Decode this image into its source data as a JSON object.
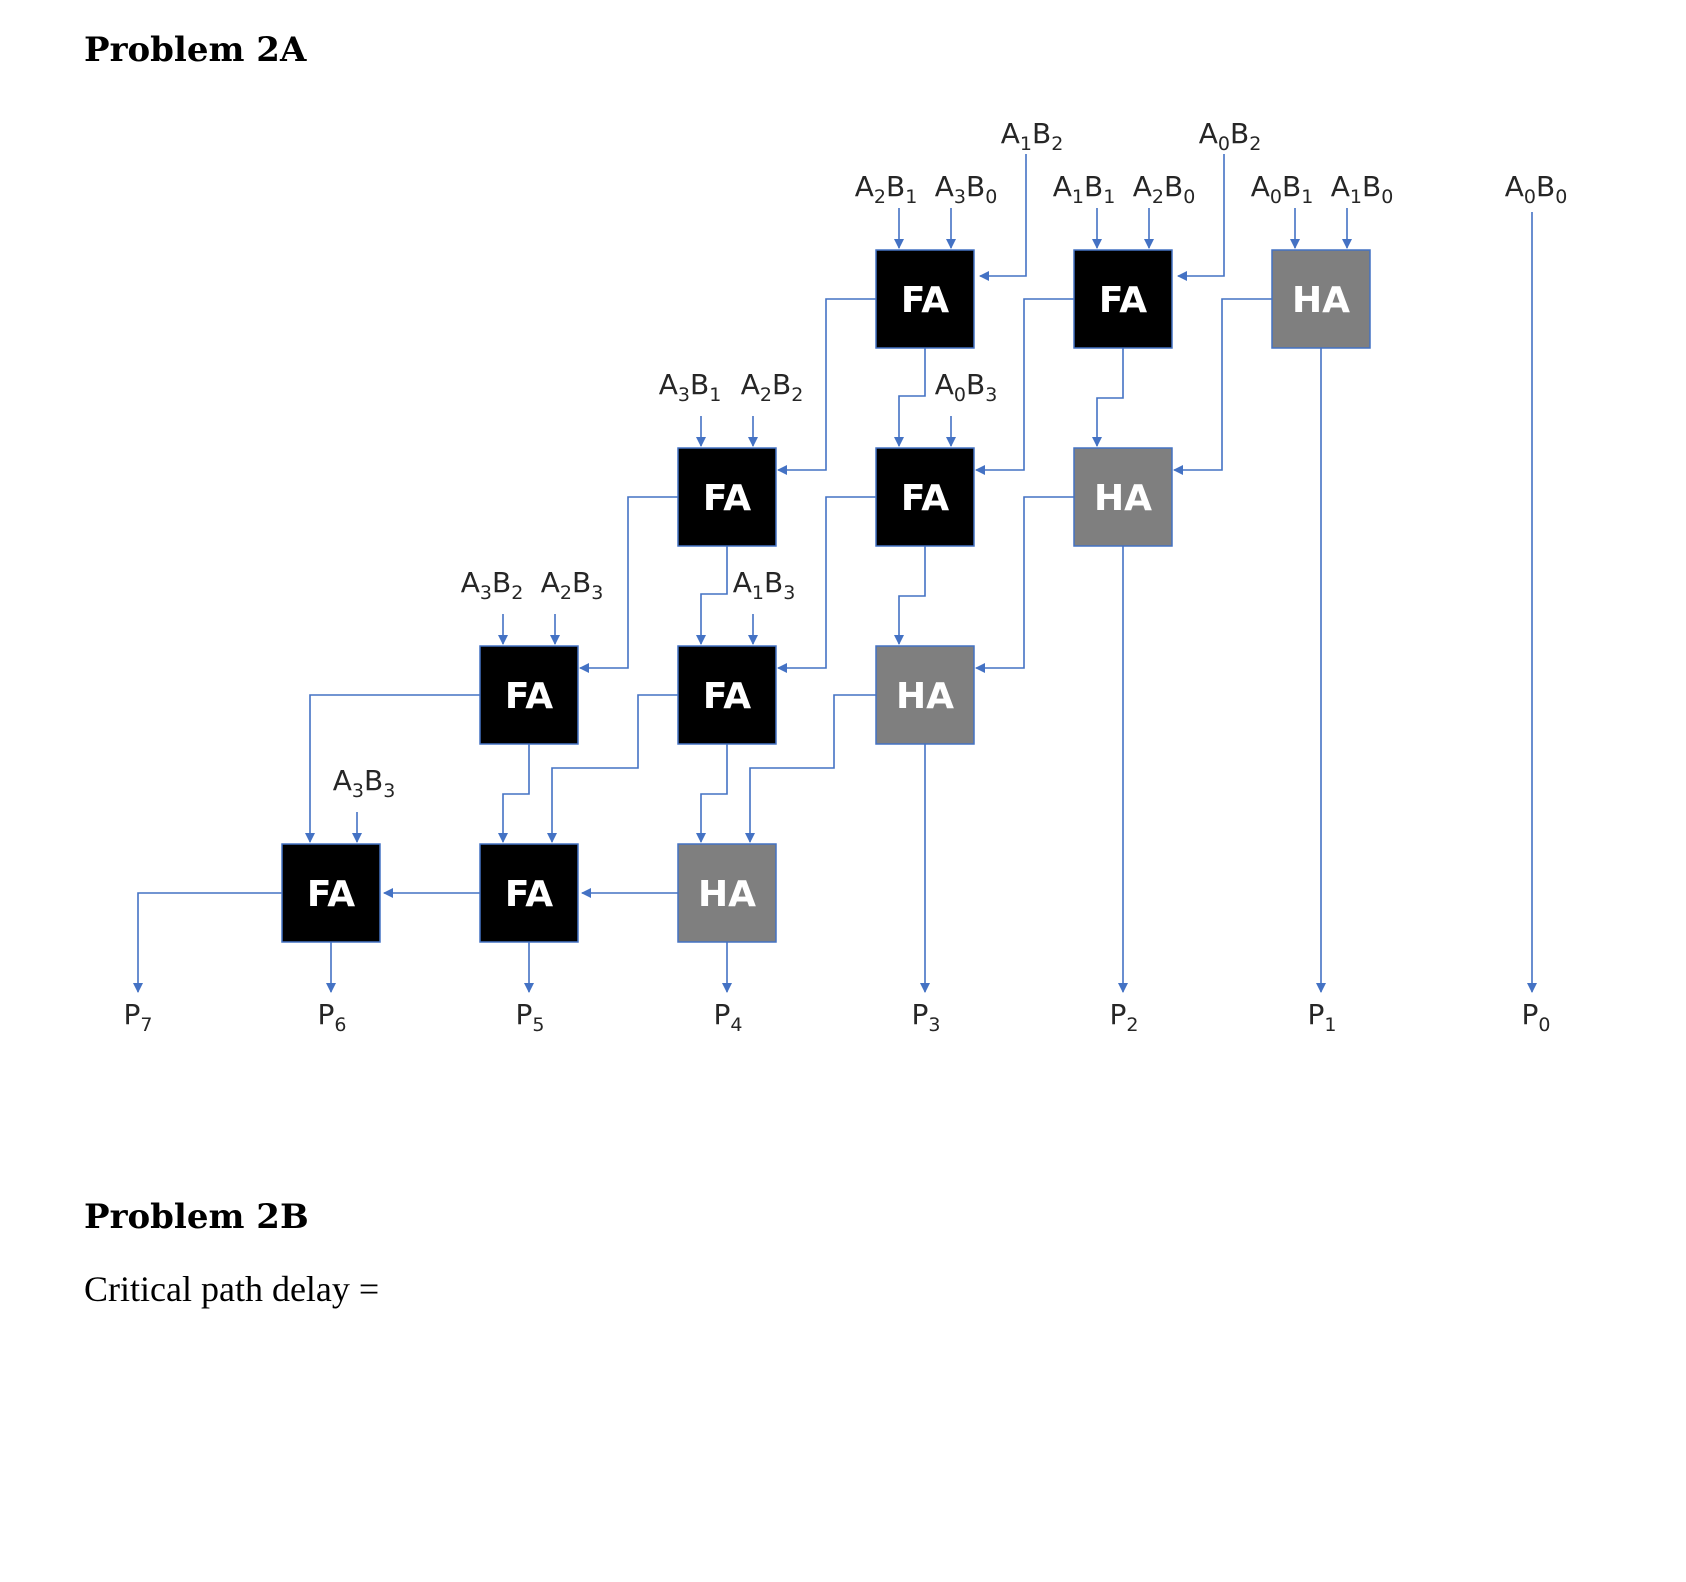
{
  "problem_a": {
    "title": "Problem 2A"
  },
  "problem_b": {
    "title": "Problem 2B",
    "delay_label": "Critical path delay ="
  },
  "colors": {
    "wire": "#4472c4",
    "fa_fill": "#000000",
    "ha_fill": "#7f7f7f",
    "cell_text": "#ffffff",
    "label_text": "#262626"
  },
  "cells": [
    {
      "id": "r1c1",
      "kind": "FA",
      "row": 1,
      "col": 1,
      "inputs": [
        "A2B1",
        "A3B0"
      ]
    },
    {
      "id": "r1c2",
      "kind": "FA",
      "row": 1,
      "col": 2,
      "inputs": [
        "A1B1",
        "A2B0"
      ]
    },
    {
      "id": "r1c3",
      "kind": "HA",
      "row": 1,
      "col": 3,
      "inputs": [
        "A0B1",
        "A1B0"
      ]
    },
    {
      "id": "r2c0",
      "kind": "FA",
      "row": 2,
      "col": 0,
      "inputs": [
        "A3B1",
        "A2B2"
      ]
    },
    {
      "id": "r2c1",
      "kind": "FA",
      "row": 2,
      "col": 1,
      "inputs": [
        "A0B3"
      ]
    },
    {
      "id": "r2c2",
      "kind": "HA",
      "row": 2,
      "col": 2,
      "inputs": []
    },
    {
      "id": "r3c-1",
      "kind": "FA",
      "row": 3,
      "col": -1,
      "inputs": [
        "A3B2",
        "A2B3"
      ]
    },
    {
      "id": "r3c0",
      "kind": "FA",
      "row": 3,
      "col": 0,
      "inputs": [
        "A1B3"
      ]
    },
    {
      "id": "r3c1",
      "kind": "HA",
      "row": 3,
      "col": 1,
      "inputs": []
    },
    {
      "id": "r4c-2",
      "kind": "FA",
      "row": 4,
      "col": -2,
      "inputs": [
        "A3B3"
      ]
    },
    {
      "id": "r4c-1",
      "kind": "FA",
      "row": 4,
      "col": -1,
      "inputs": []
    },
    {
      "id": "r4c0",
      "kind": "HA",
      "row": 4,
      "col": 0,
      "inputs": []
    }
  ],
  "input_labels": [
    {
      "id": "A1B2",
      "a": "A",
      "ai": "1",
      "b": "B",
      "bi": "2"
    },
    {
      "id": "A0B2",
      "a": "A",
      "ai": "0",
      "b": "B",
      "bi": "2"
    },
    {
      "id": "A2B1",
      "a": "A",
      "ai": "2",
      "b": "B",
      "bi": "1"
    },
    {
      "id": "A3B0",
      "a": "A",
      "ai": "3",
      "b": "B",
      "bi": "0"
    },
    {
      "id": "A1B1",
      "a": "A",
      "ai": "1",
      "b": "B",
      "bi": "1"
    },
    {
      "id": "A2B0",
      "a": "A",
      "ai": "2",
      "b": "B",
      "bi": "0"
    },
    {
      "id": "A0B1",
      "a": "A",
      "ai": "0",
      "b": "B",
      "bi": "1"
    },
    {
      "id": "A1B0",
      "a": "A",
      "ai": "1",
      "b": "B",
      "bi": "0"
    },
    {
      "id": "A0B0",
      "a": "A",
      "ai": "0",
      "b": "B",
      "bi": "0"
    },
    {
      "id": "A3B1",
      "a": "A",
      "ai": "3",
      "b": "B",
      "bi": "1"
    },
    {
      "id": "A2B2",
      "a": "A",
      "ai": "2",
      "b": "B",
      "bi": "2"
    },
    {
      "id": "A0B3",
      "a": "A",
      "ai": "0",
      "b": "B",
      "bi": "3"
    },
    {
      "id": "A3B2",
      "a": "A",
      "ai": "3",
      "b": "B",
      "bi": "2"
    },
    {
      "id": "A2B3",
      "a": "A",
      "ai": "2",
      "b": "B",
      "bi": "3"
    },
    {
      "id": "A1B3",
      "a": "A",
      "ai": "1",
      "b": "B",
      "bi": "3"
    },
    {
      "id": "A3B3",
      "a": "A",
      "ai": "3",
      "b": "B",
      "bi": "3"
    }
  ],
  "outputs": [
    {
      "id": "P7",
      "name": "P",
      "idx": "7"
    },
    {
      "id": "P6",
      "name": "P",
      "idx": "6"
    },
    {
      "id": "P5",
      "name": "P",
      "idx": "5"
    },
    {
      "id": "P4",
      "name": "P",
      "idx": "4"
    },
    {
      "id": "P3",
      "name": "P",
      "idx": "3"
    },
    {
      "id": "P2",
      "name": "P",
      "idx": "2"
    },
    {
      "id": "P1",
      "name": "P",
      "idx": "1"
    },
    {
      "id": "P0",
      "name": "P",
      "idx": "0"
    }
  ]
}
